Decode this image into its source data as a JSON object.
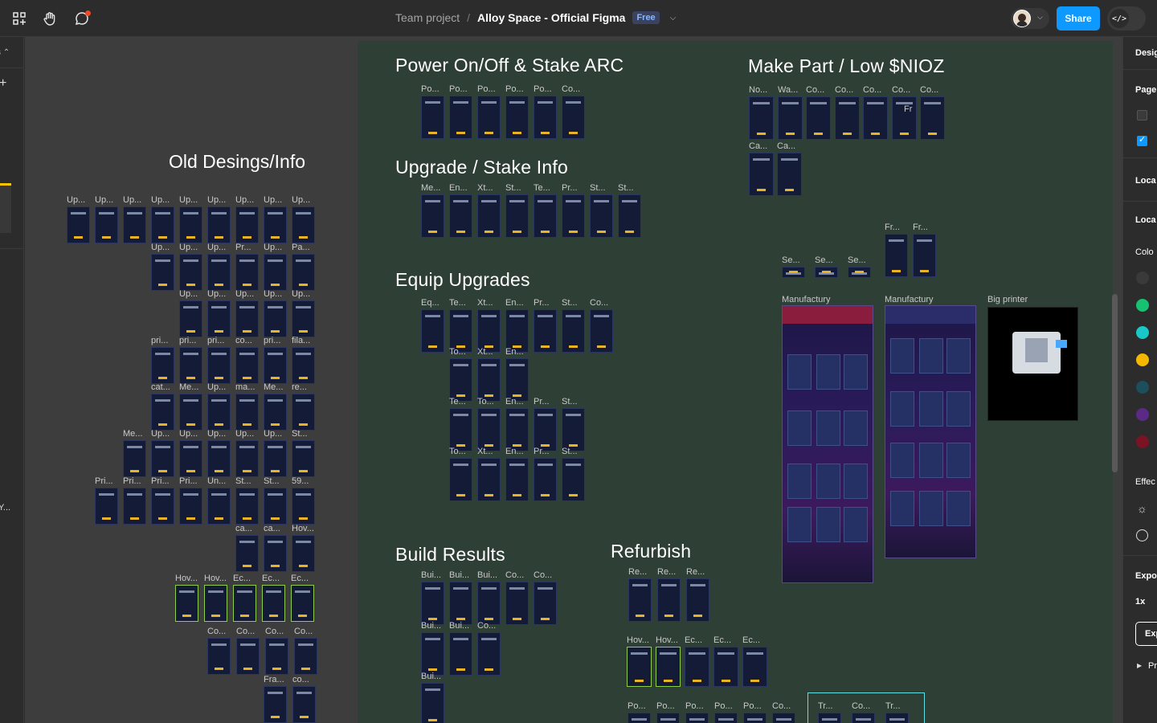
{
  "topbar": {
    "team": "Team project",
    "separator": "/",
    "file_name": "Alloy Space - Official Figma",
    "plan_badge": "Free",
    "share_label": "Share",
    "dev_mode_glyph": "</>",
    "icons": [
      "grid-icon",
      "hand-icon",
      "comment-icon",
      "chevron-down-icon"
    ]
  },
  "left_panel": {
    "partial_label": "Y..."
  },
  "canvas": {
    "old_designs_title": "Old Desings/Info",
    "sections": {
      "power": "Power On/Off & Stake ARC",
      "make_part": "Make Part / Low $NIOZ",
      "upgrade": "Upgrade / Stake Info",
      "equip": "Equip Upgrades",
      "build": "Build Results",
      "refurbish": "Refurbish"
    },
    "big_frames": {
      "manufactury_1": "Manufactury",
      "manufactury_2": "Manufactury",
      "big_printer": "Big printer"
    },
    "frame_labels": {
      "power": [
        "Po...",
        "Po...",
        "Po...",
        "Po...",
        "Po...",
        "Co..."
      ],
      "make": [
        "No...",
        "Wa...",
        "Co...",
        "Co...",
        "Co...",
        "Co...",
        "Co..."
      ],
      "make2": [
        "Ca...",
        "Ca..."
      ],
      "make_fr_mini": "Fr",
      "upgrade": [
        "Me...",
        "En...",
        "Xt...",
        "St...",
        "Te...",
        "Pr...",
        "St...",
        "St..."
      ],
      "equip_r1": [
        "Eq...",
        "Te...",
        "Xt...",
        "En...",
        "Pr...",
        "St...",
        "Co..."
      ],
      "equip_r2": [
        "To...",
        "Xt...",
        "En..."
      ],
      "equip_r3": [
        "Te...",
        "To...",
        "En...",
        "Pr...",
        "St..."
      ],
      "equip_r4": [
        "To...",
        "Xt...",
        "En...",
        "Pr...",
        "St..."
      ],
      "build_r1": [
        "Bui...",
        "Bui...",
        "Bui...",
        "Co...",
        "Co..."
      ],
      "build_r2": [
        "Bui...",
        "Bui...",
        "Co..."
      ],
      "build_r3": [
        "Bui..."
      ],
      "refurb": [
        "Re...",
        "Re...",
        "Re..."
      ],
      "hover": [
        "Hov...",
        "Hov...",
        "Ec...",
        "Ec...",
        "Ec..."
      ],
      "bottom": [
        "Po...",
        "Po...",
        "Po...",
        "Po...",
        "Po...",
        "Co..."
      ],
      "bottom_sel": [
        "Tr...",
        "Co...",
        "Tr..."
      ],
      "se": [
        "Se...",
        "Se...",
        "Se..."
      ],
      "fr": [
        "Fr...",
        "Fr..."
      ],
      "old_r1": [
        "Up...",
        "Up...",
        "Up...",
        "Up...",
        "Up...",
        "Up...",
        "Up...",
        "Up...",
        "Up..."
      ],
      "old_r2": [
        "Up...",
        "Up...",
        "Up...",
        "Pr...",
        "Up...",
        "Pa..."
      ],
      "old_r3": [
        "Up...",
        "Up...",
        "Up...",
        "Up...",
        "Up..."
      ],
      "old_r4": [
        "pri...",
        "pri...",
        "pri...",
        "co...",
        "pri...",
        "fila..."
      ],
      "old_r5": [
        "cat...",
        "Me...",
        "Up...",
        "ma...",
        "Me...",
        "re..."
      ],
      "old_r6": [
        "Me...",
        "Up...",
        "Up...",
        "Up...",
        "Up...",
        "Up...",
        "St..."
      ],
      "old_r7": [
        "Pri...",
        "Pri...",
        "Pri...",
        "Pri...",
        "Un...",
        "St...",
        "St...",
        "59..."
      ],
      "old_r8": [
        "ca...",
        "ca...",
        "Hov..."
      ],
      "old_r9": [
        "Hov...",
        "Hov...",
        "Ec...",
        "Ec...",
        "Ec..."
      ],
      "old_r10": [
        "Co...",
        "Co...",
        "Co...",
        "Co..."
      ],
      "old_r11": [
        "Fra...",
        "co..."
      ]
    }
  },
  "right_panel": {
    "design_tab": "Desig",
    "pages": "Page",
    "local1": "Loca",
    "local2": "Loca",
    "colors": "Colo",
    "effects": "Effec",
    "export": "Expo",
    "scale": "1x",
    "export_btn": "Exp",
    "preview": "Pr",
    "swatch_colors": [
      "#3a3a3a",
      "#16c172",
      "#19c8c8",
      "#f5b800",
      "#1d4e5b",
      "#5b2a86",
      "#7a1424"
    ]
  }
}
